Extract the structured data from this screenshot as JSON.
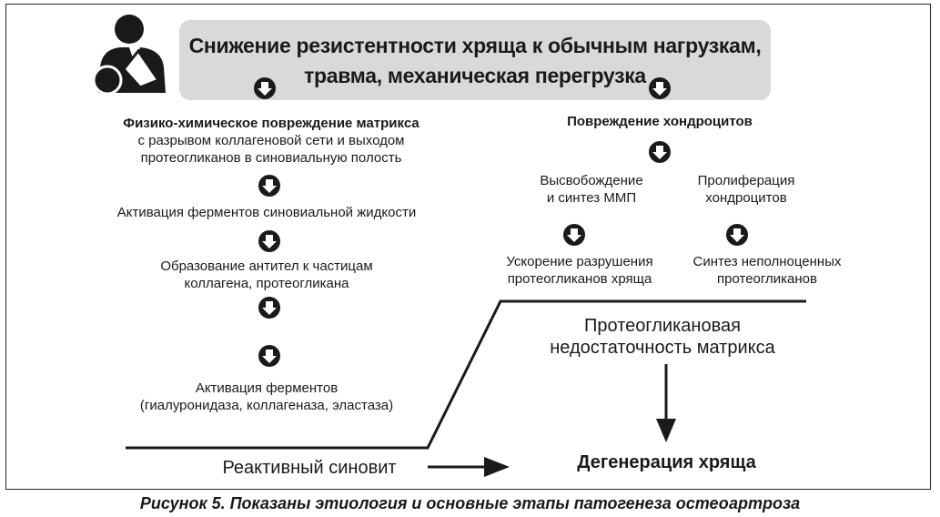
{
  "header": {
    "line1": "Снижение резистентности хряща к обычным нагрузкам,",
    "line2": "травма, механическая перегрузка"
  },
  "left_branch": {
    "matrix_title": "Физико-химическое повреждение матрикса",
    "matrix_line2": "с разрывом коллагеновой сети и выходом",
    "matrix_line3": "протеогликанов в синовиальную полость",
    "step1": "Активация ферментов синовиальной жидкости",
    "step2_line1": "Образование антител к частицам",
    "step2_line2": "коллагена, протеогликана",
    "step3_line1": "Активация ферментов",
    "step3_line2": "(гиалуронидаза, коллагеназа, эластаза)"
  },
  "right_branch": {
    "chondro_title": "Повреждение хондроцитов",
    "release_line1": "Высвобождение",
    "release_line2": "и синтез ММП",
    "prolif_line1": "Пролиферация",
    "prolif_line2": "хондроцитов",
    "accel_line1": "Ускорение разрушения",
    "accel_line2": "протеогликанов хряща",
    "synth_line1": "Синтез неполноценных",
    "synth_line2": "протеогликанов"
  },
  "outcome": {
    "insufficiency_line1": "Протеогликановая",
    "insufficiency_line2": "недостаточность матрикса",
    "synovitis": "Реактивный синовит",
    "degeneration": "Дегенерация хряща"
  },
  "caption": "Рисунок 5. Показаны этиология и основные этапы патогенеза остеоартроза",
  "icons": {
    "person": "injured-person-icon",
    "down": "arrow-down-circle-icon"
  },
  "colors": {
    "box": "#d9d9d9",
    "ink": "#1a1a1a"
  }
}
